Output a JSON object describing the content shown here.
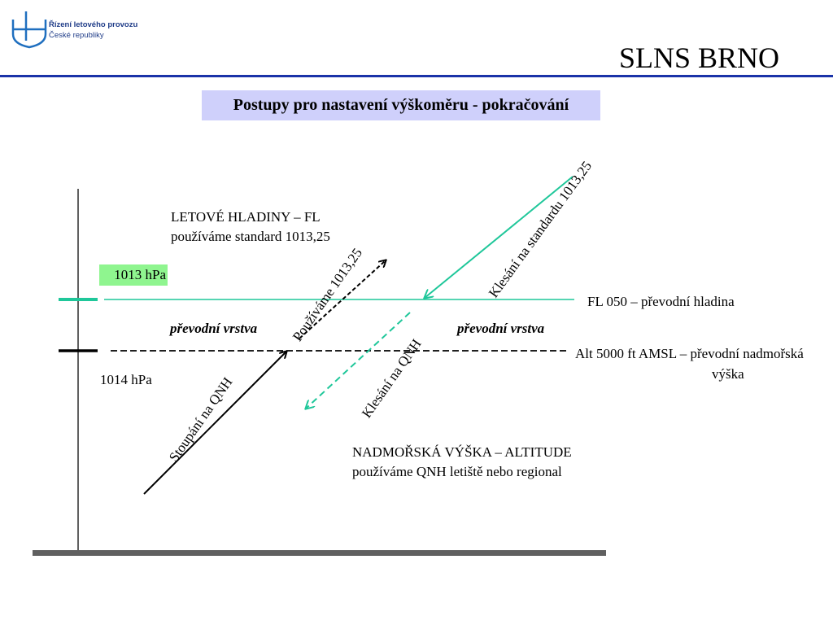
{
  "header": {
    "logo_line1": "Řízení letového provozu",
    "logo_line2": "České republiky",
    "title": "SLNS BRNO",
    "subtitle": "Postupy pro nastavení výškoměru - pokračování"
  },
  "diagram": {
    "flight_levels_title": "LETOVÉ HLADINY – FL",
    "flight_levels_sub": "používáme standard 1013,25",
    "hpa_1013": "1013 hPa",
    "hpa_1014": "1014 hPa",
    "fl050": "FL 050 – převodní hladina",
    "layer_left": "převodní vrstva",
    "layer_right": "převodní vrstva",
    "alt_line1": "Alt 5000 ft AMSL – převodní nadmořská",
    "alt_line2": "výška",
    "altitude_title": "NADMOŘSKÁ VÝŠKA – ALTITUDE",
    "altitude_sub": "používáme QNH letiště nebo regional",
    "arrow_climb_qnh": "Stoupání na QNH",
    "arrow_use_std": "Používáme 1013,25",
    "arrow_descent_std": "Klesání na standardu 1013,25",
    "arrow_descent_qnh": "Klesání na QNH"
  },
  "colors": {
    "header_rule": "#1a33a8",
    "subtitle_bg": "#cfd0fb",
    "teal": "#1fc79a",
    "hpa_highlight": "#8ff58f",
    "axis_gray": "#606060"
  }
}
